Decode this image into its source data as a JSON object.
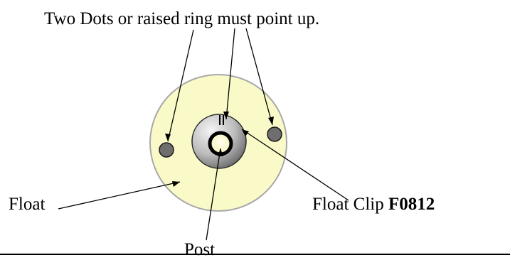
{
  "captions": {
    "top": "Two Dots or raised ring must point up.",
    "float": "Float",
    "post": "Post",
    "clip_prefix": "Float Clip ",
    "clip_part": "F0812"
  },
  "colors": {
    "float_fill": "#fafac8",
    "dot_fill": "#6e6e6e",
    "clip_light": "#f2f2f2",
    "clip_dark": "#6a6a6a",
    "post_fill": "#fafac8",
    "line": "#000000"
  }
}
